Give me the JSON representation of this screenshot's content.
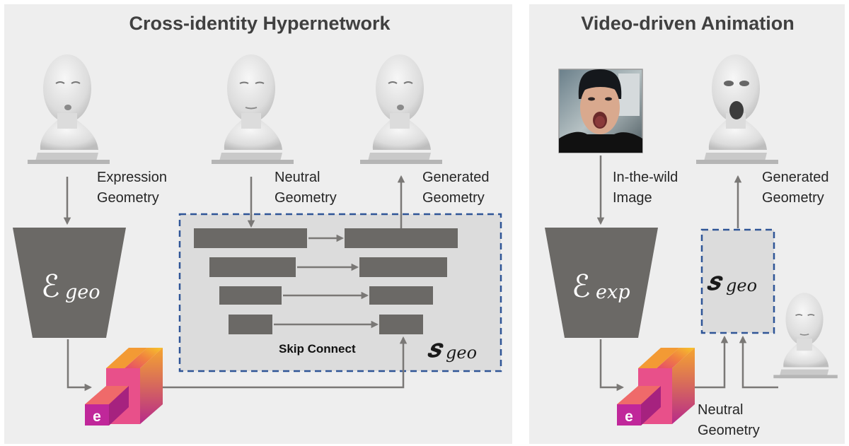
{
  "left_panel": {
    "title": "Cross-identity Hypernetwork",
    "expression_label": [
      "Expression",
      "Geometry"
    ],
    "neutral_label": [
      "Neutral",
      "Geometry"
    ],
    "generated_label": [
      "Generated",
      "Geometry"
    ],
    "encoder": {
      "main": "ℰ",
      "sub": "geo"
    },
    "decoder": {
      "main": "𝒔",
      "sub": "geo"
    },
    "skip_label": "Skip Connect",
    "code_label": "e"
  },
  "right_panel": {
    "title": "Video-driven Animation",
    "image_label": [
      "In-the-wild",
      "Image"
    ],
    "generated_label": [
      "Generated",
      "Geometry"
    ],
    "neutral_label": [
      "Neutral",
      "Geometry"
    ],
    "encoder": {
      "main": "ℰ",
      "sub": "exp"
    },
    "decoder": {
      "main": "𝒔",
      "sub": "geo"
    },
    "code_label": "e"
  },
  "colors": {
    "panel_bg": "#eeeeee",
    "block": "#6b6966",
    "dashed_border": "#2f5597",
    "arrow": "#7a7876",
    "code_gradient_top": "#f5b324",
    "code_gradient_bottom": "#c0279a"
  }
}
